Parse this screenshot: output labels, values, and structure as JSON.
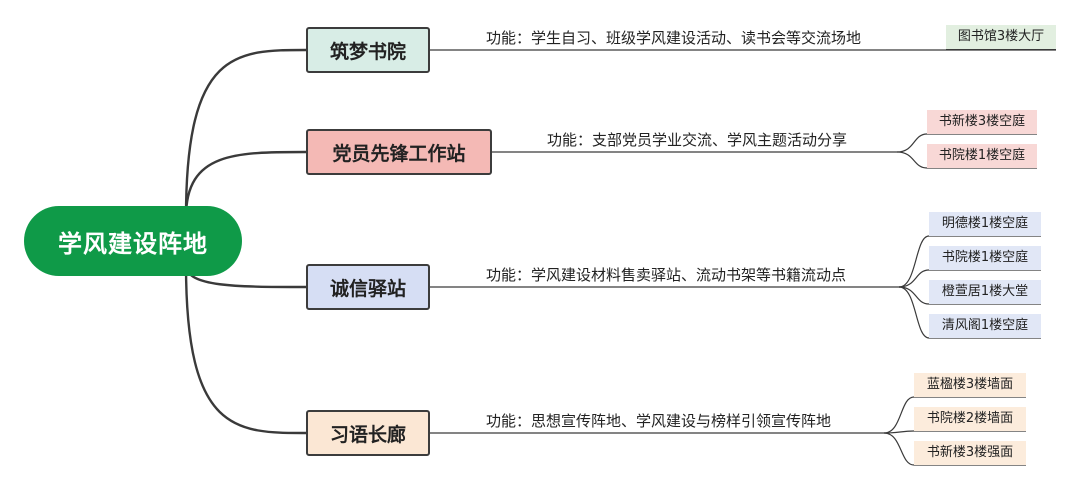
{
  "root": {
    "label": "学风建设阵地",
    "color": "#0f9a48"
  },
  "branches": [
    {
      "label": "筑梦书院",
      "function": "功能：学生自习、班级学风建设活动、读书会等交流场地",
      "fill": "#d8ede6",
      "loc_fill": "#e2efe0",
      "locations": [
        "图书馆3楼大厅"
      ]
    },
    {
      "label": "党员先锋工作站",
      "function": "功能：支部党员学业交流、学风主题活动分享",
      "fill": "#f4b9b5",
      "loc_fill": "#f8d8d6",
      "locations": [
        "书新楼3楼空庭",
        "书院楼1楼空庭"
      ]
    },
    {
      "label": "诚信驿站",
      "function": "功能：学风建设材料售卖驿站、流动书架等书籍流动点",
      "fill": "#d6def4",
      "loc_fill": "#e1e7f6",
      "locations": [
        "明德楼1楼空庭",
        "书院楼1楼空庭",
        "橙萱居1楼大堂",
        "清风阁1楼空庭"
      ]
    },
    {
      "label": "习语长廊",
      "function": "功能：思想宣传阵地、学风建设与榜样引领宣传阵地",
      "fill": "#fbe7d4",
      "loc_fill": "#fcecdc",
      "locations": [
        "蓝楹楼3楼墙面",
        "书院楼2楼墙面",
        "书新楼3楼强面"
      ]
    }
  ]
}
